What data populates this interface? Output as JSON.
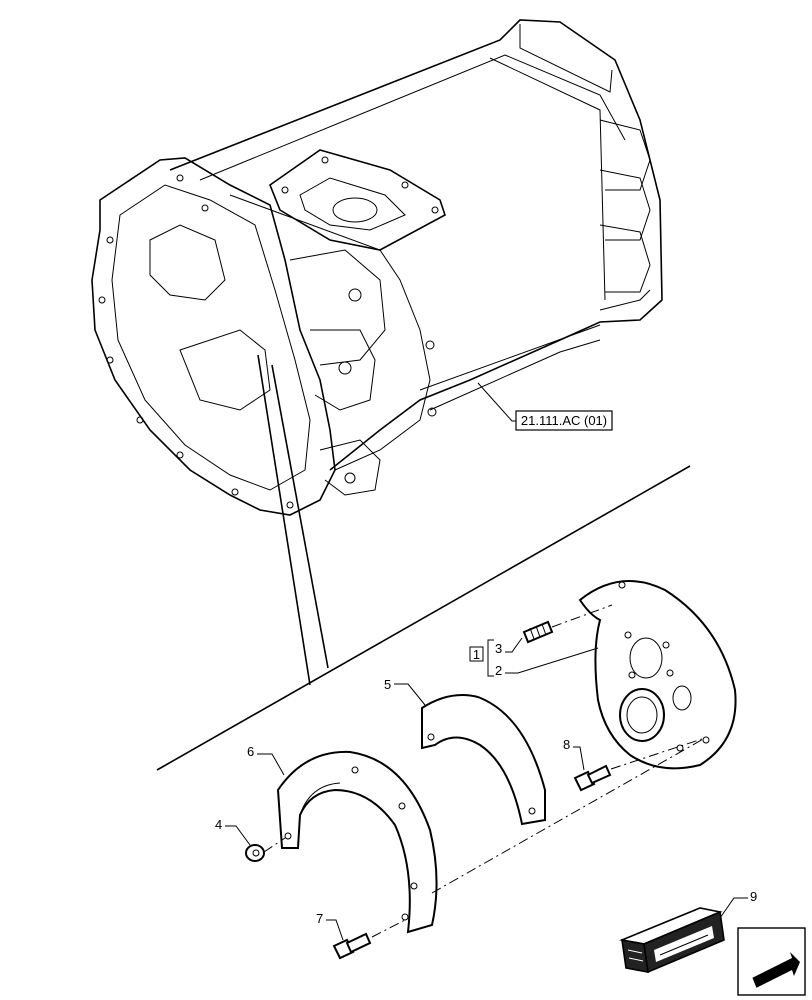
{
  "callouts": {
    "ref_box": "21.111.AC (01)",
    "kit_index": "1",
    "n2": "2",
    "n3": "3",
    "n4": "4",
    "n5": "5",
    "n6": "6",
    "n7": "7",
    "n8": "8",
    "n9": "9"
  },
  "icons": {
    "navigation": "arrow-icon",
    "kit": "service-kit-box-icon"
  }
}
